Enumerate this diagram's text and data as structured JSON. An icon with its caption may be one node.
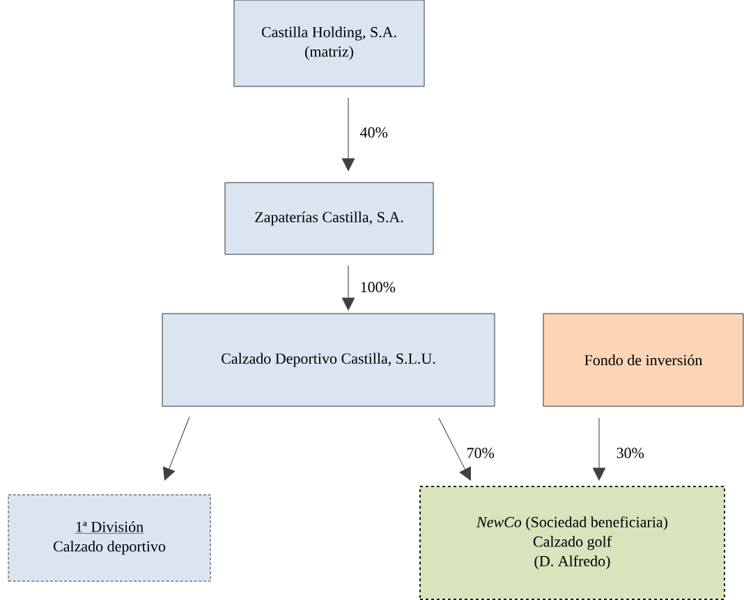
{
  "diagram": {
    "nodes": [
      {
        "text": [
          "Castilla Holding, S.A.",
          "(matriz)"
        ]
      },
      {
        "text": [
          "Zapaterías Castilla, S.A."
        ]
      },
      {
        "text": [
          "Calzado Deportivo Castilla, S.L.U."
        ]
      },
      {
        "text": [
          "Fondo de inversión"
        ]
      },
      {
        "text": [
          "1ª División",
          "Calzado deportivo"
        ]
      },
      {
        "text": [
          "*NewCo* (Sociedad beneficiaria)",
          "Calzado golf",
          "(D. Alfredo)"
        ]
      }
    ],
    "edges": [
      {
        "from": 0,
        "to": 1,
        "arrow": "to",
        "label": "40%"
      },
      {
        "from": 1,
        "to": 2,
        "arrow": "to",
        "label": "100%"
      },
      {
        "from": 2,
        "to": 4,
        "arrow": "to"
      },
      {
        "from": 2,
        "to": 5,
        "arrow": "to",
        "label": "70%"
      },
      {
        "from": 3,
        "to": 5,
        "arrow": "to",
        "label": "30%"
      }
    ]
  }
}
